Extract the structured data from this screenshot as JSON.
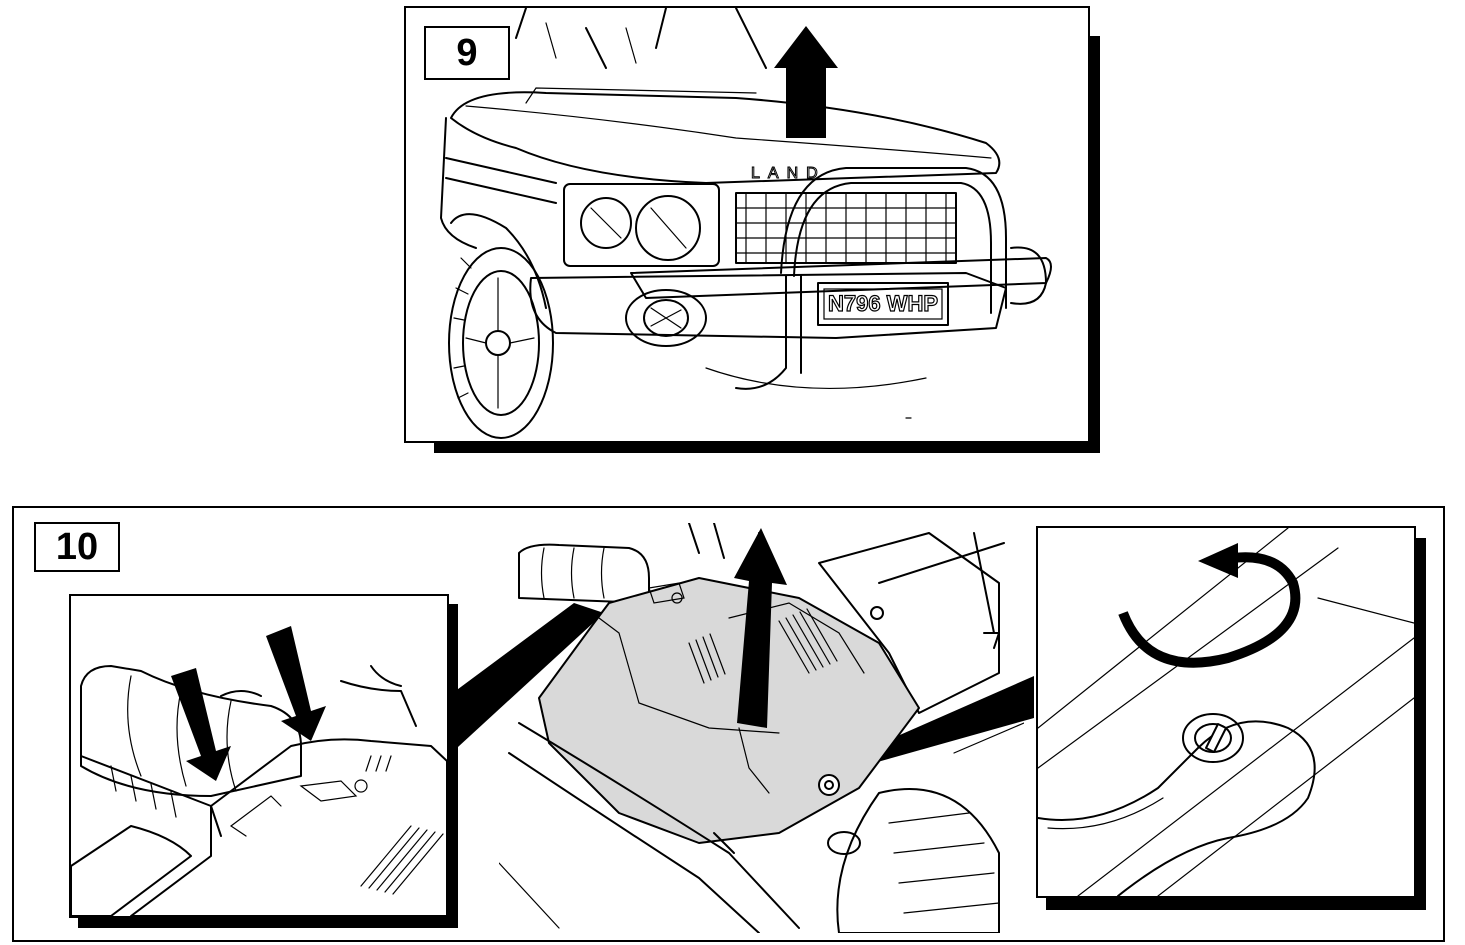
{
  "steps": [
    {
      "number": "9",
      "plate_text": "N796 WHP",
      "bonnet_badge": "LAND"
    },
    {
      "number": "10"
    }
  ],
  "colors": {
    "ink": "#000000",
    "paper": "#ffffff",
    "highlight_fill": "#d9d9d9"
  },
  "icons": [
    "lift-arrow-icon",
    "press-down-arrow-icon",
    "rotate-anticlockwise-arrow-icon"
  ]
}
